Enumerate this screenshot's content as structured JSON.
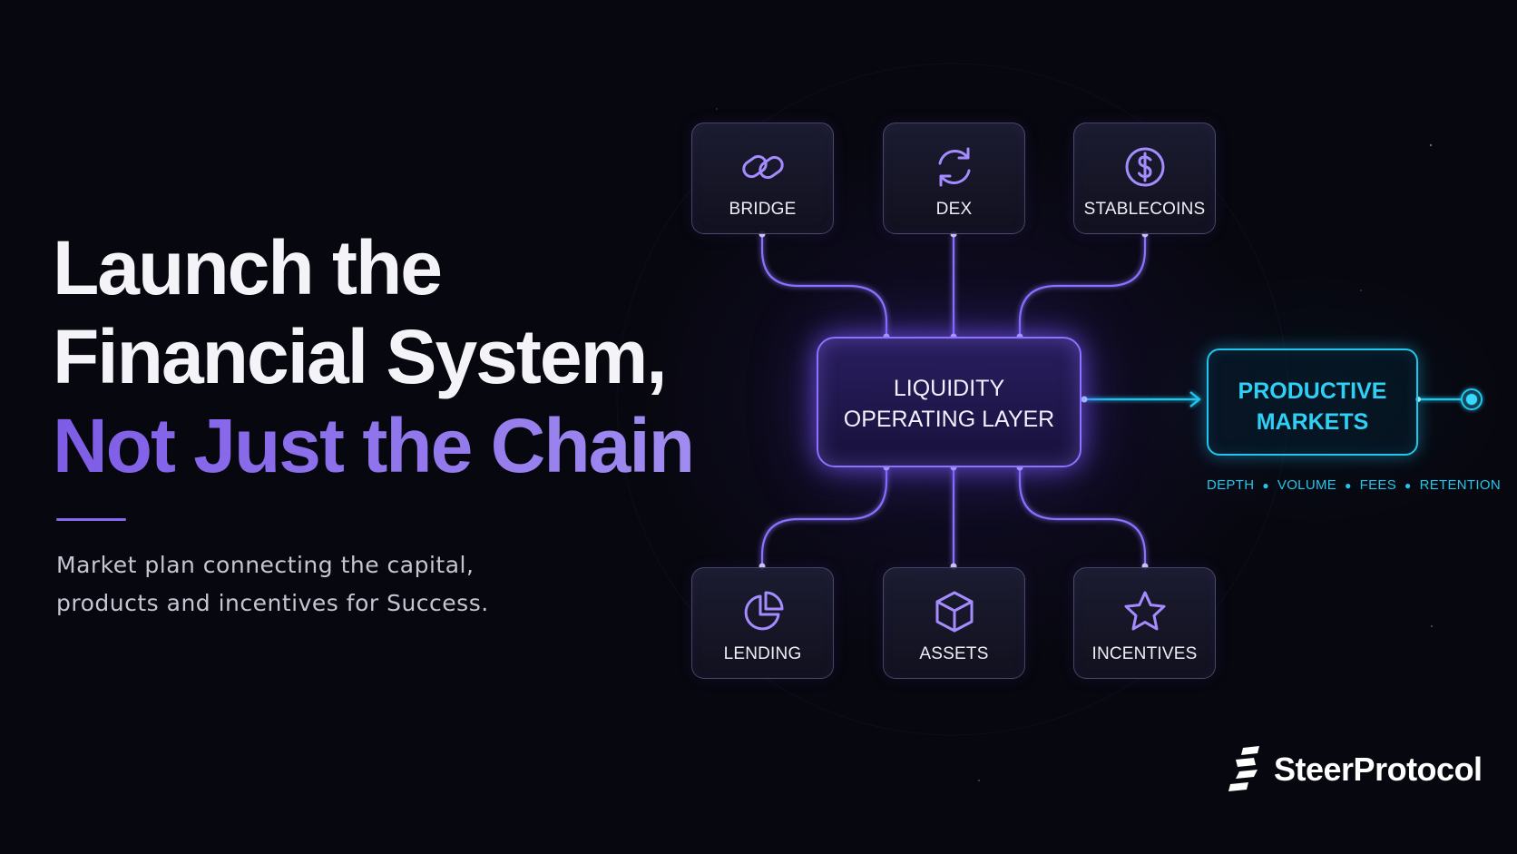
{
  "headline": {
    "line1": "Launch the",
    "line2": "Financial System,",
    "line3": "Not Just the Chain"
  },
  "subtitle": {
    "line1": "Market plan connecting the capital,",
    "line2": "products and incentives for Success."
  },
  "diagram": {
    "hub": {
      "line1": "LIQUIDITY",
      "line2": "OPERATING LAYER"
    },
    "top_nodes": [
      {
        "label": "BRIDGE",
        "icon": "link-icon"
      },
      {
        "label": "DEX",
        "icon": "swap-cycle-icon"
      },
      {
        "label": "STABLECOINS",
        "icon": "dollar-coin-icon"
      }
    ],
    "bottom_nodes": [
      {
        "label": "LENDING",
        "icon": "pie-chart-icon"
      },
      {
        "label": "ASSETS",
        "icon": "cube-icon"
      },
      {
        "label": "INCENTIVES",
        "icon": "star-icon"
      }
    ],
    "output": {
      "line1": "PRODUCTIVE",
      "line2": "MARKETS"
    },
    "metrics": [
      "DEPTH",
      "VOLUME",
      "FEES",
      "RETENTION"
    ]
  },
  "logo": {
    "text": "SteerProtocol",
    "icon": "steer-logo-icon"
  },
  "colors": {
    "background": "#07070f",
    "accent_purple": "#8d72ff",
    "accent_cyan": "#22c6ec",
    "headline_purple": "#8a67f0",
    "text_white": "#f4f4f8"
  }
}
